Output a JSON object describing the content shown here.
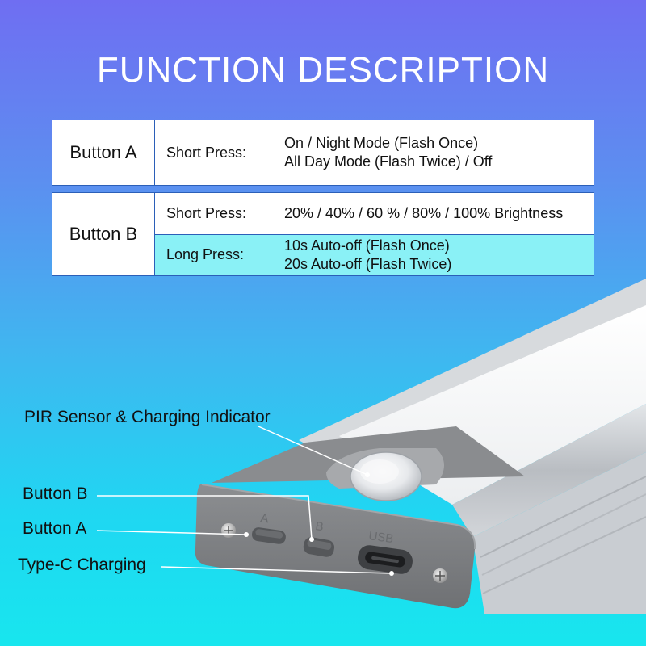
{
  "title": "FUNCTION DESCRIPTION",
  "table_a": {
    "button": "Button A",
    "rows": [
      {
        "press": "Short Press:",
        "lines": [
          "On / Night Mode (Flash Once)",
          "All Day Mode (Flash Twice) / Off"
        ]
      }
    ]
  },
  "table_b": {
    "button": "Button B",
    "rows": [
      {
        "press": "Short Press:",
        "lines": [
          "20% / 40% / 60 % / 80% / 100% Brightness"
        ]
      },
      {
        "press": "Long Press:",
        "lines": [
          "10s Auto-off (Flash Once)",
          "20s Auto-off (Flash Twice)"
        ]
      }
    ]
  },
  "callouts": {
    "pir": "PIR Sensor & Charging Indicator",
    "button_b": "Button B",
    "button_a": "Button A",
    "typec": "Type-C Charging"
  },
  "device_markings": {
    "a": "A",
    "b": "B",
    "usb": "USB"
  },
  "colors": {
    "table_border": "#2b5fb8",
    "highlight_row": "#8af1f6",
    "housing": "#c9cdd2",
    "end_cap": "#7d7f82"
  }
}
